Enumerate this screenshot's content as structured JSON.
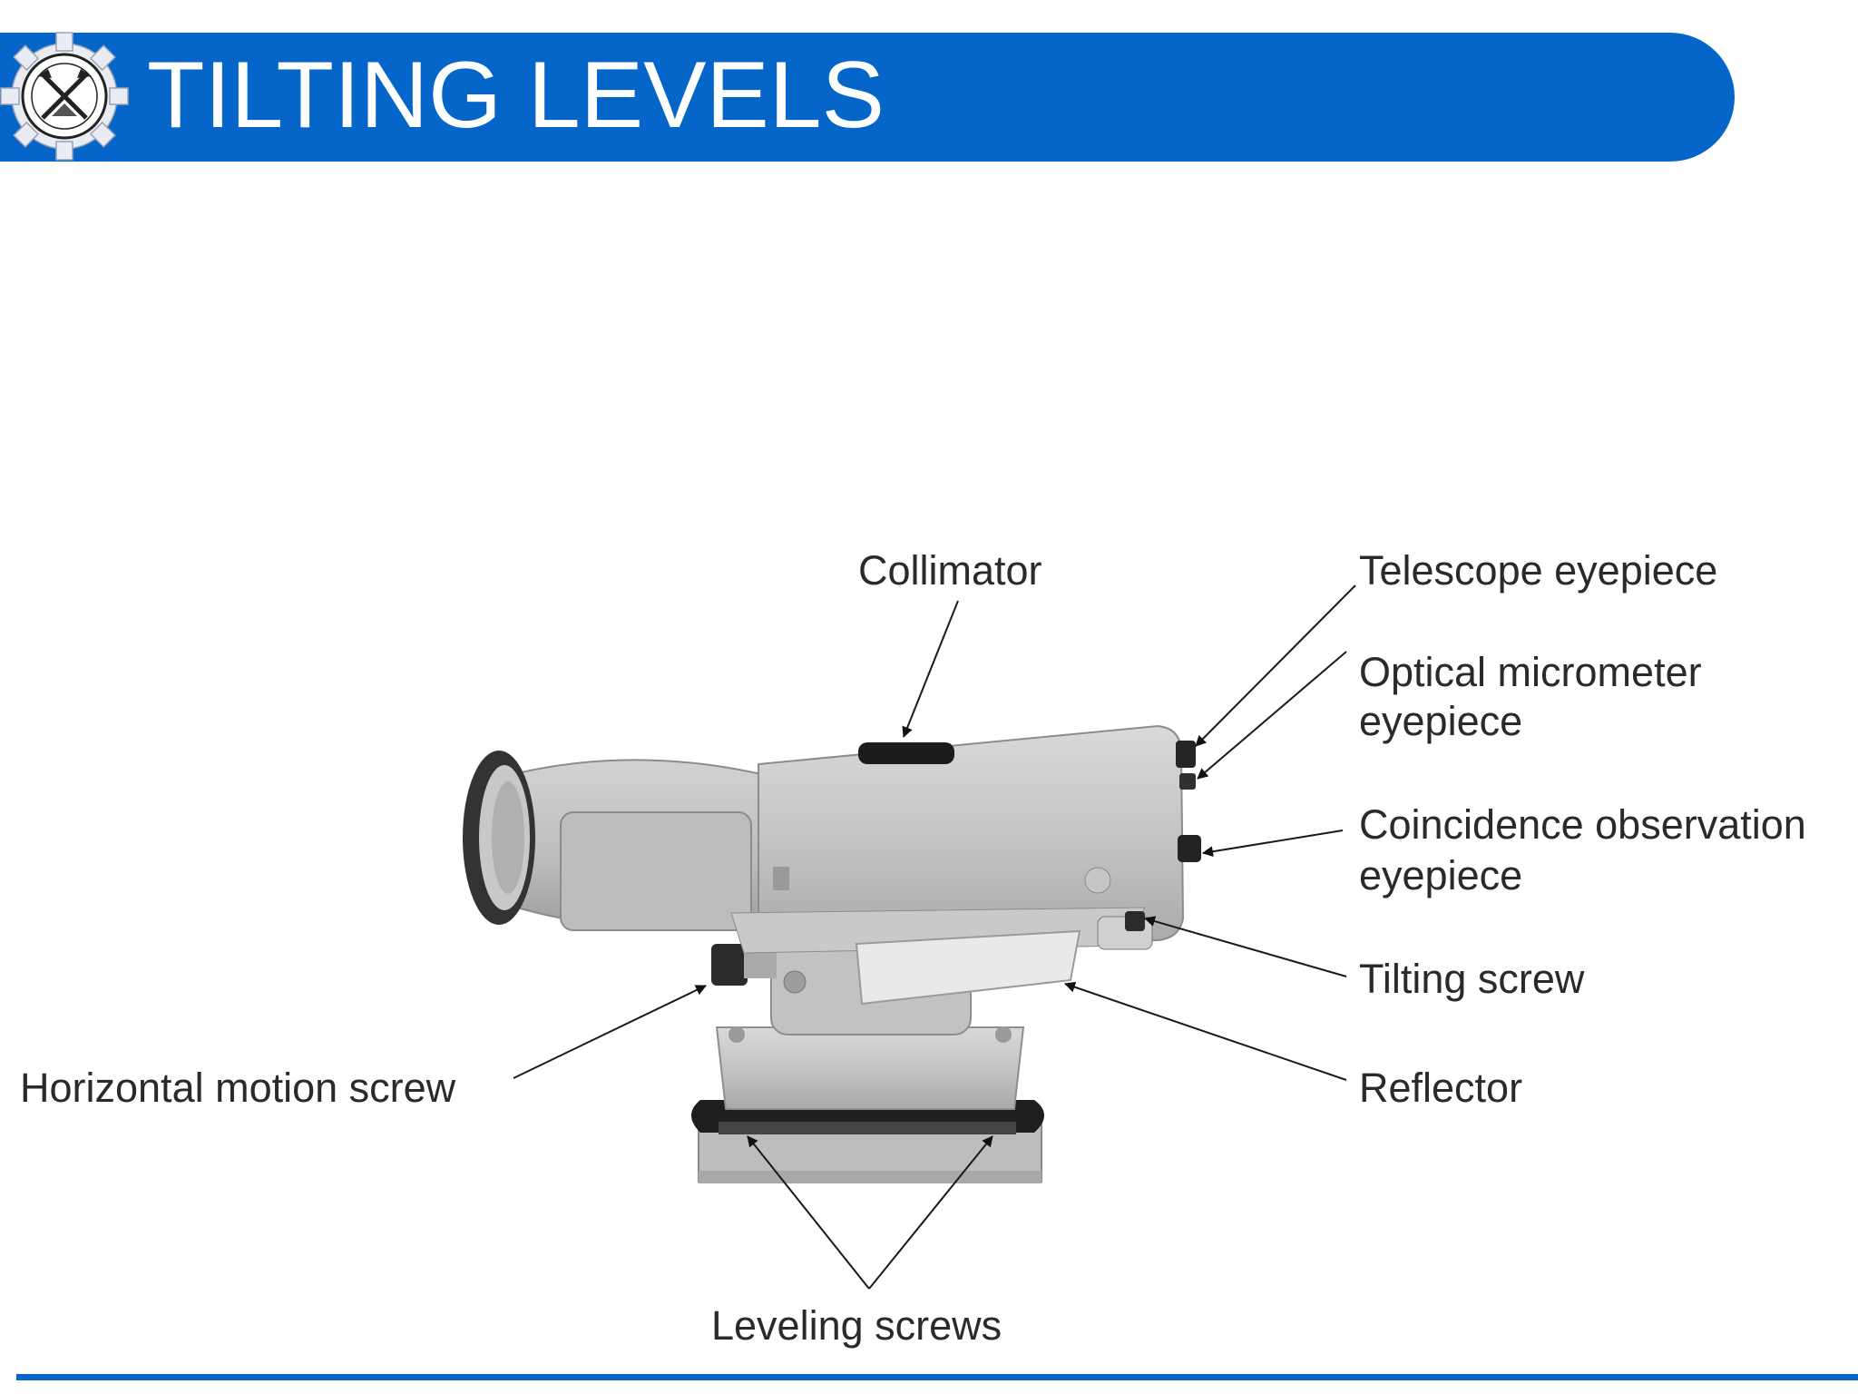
{
  "slide": {
    "title": "TILTING LEVELS",
    "accent_color": "#0565c8"
  },
  "logo": {
    "icon": "gear-emblem-icon"
  },
  "diagram": {
    "subject": "tilting level instrument",
    "labels": {
      "collimator": "Collimator",
      "telescope_eyepiece": "Telescope eyepiece",
      "optical_micrometer_1": "Optical micrometer",
      "optical_micrometer_2": "eyepiece",
      "coincidence_1": "Coincidence observation",
      "coincidence_2": "eyepiece",
      "tilting_screw": "Tilting screw",
      "reflector": "Reflector",
      "horizontal_motion_screw": "Horizontal motion screw",
      "leveling_screws": "Leveling screws"
    }
  }
}
